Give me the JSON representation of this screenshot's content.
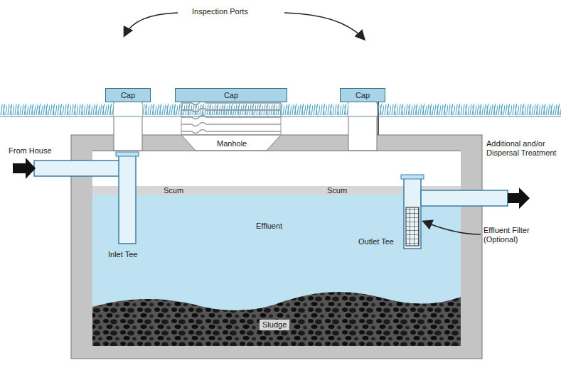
{
  "diagram": {
    "nodes": [
      {
        "text": [
          "Cap"
        ]
      },
      {
        "text": [
          "Cap"
        ]
      },
      {
        "text": [
          "Cap"
        ]
      }
    ],
    "labels": [
      "Inspection Ports",
      "Manhole",
      "From House",
      "Additional and/or Dispersal Treatment",
      "Scum",
      "Scum",
      "Effluent",
      "Inlet Tee",
      "Outlet Tee",
      "Effluent Filter (Optional)",
      "Sludge"
    ]
  }
}
